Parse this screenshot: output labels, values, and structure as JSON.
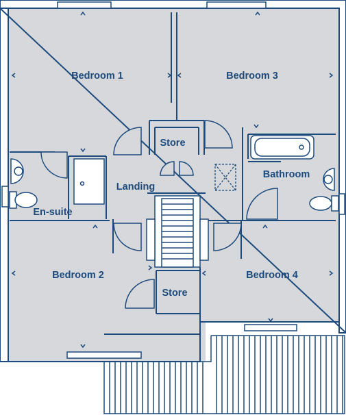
{
  "colors": {
    "wall": "#1d4a7c",
    "floor": "#d6d8db",
    "outside": "#ffffff"
  },
  "rooms": {
    "bedroom1": "Bedroom 1",
    "bedroom2": "Bedroom 2",
    "bedroom3": "Bedroom 3",
    "bedroom4": "Bedroom 4",
    "bathroom": "Bathroom",
    "ensuite": "En-suite",
    "landing": "Landing",
    "store_top": "Store",
    "store_bottom": "Store"
  }
}
